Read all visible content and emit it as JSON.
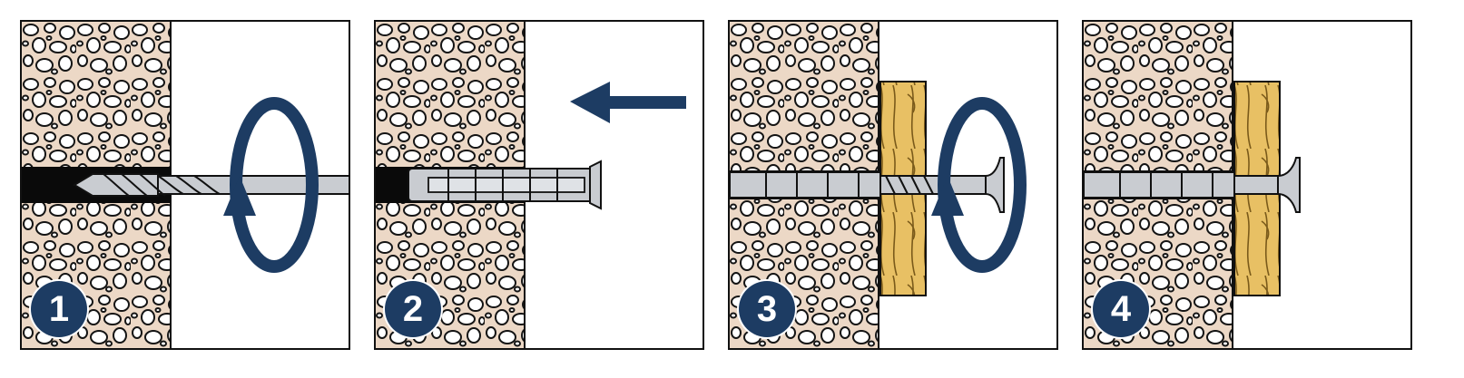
{
  "colors": {
    "wall_fill": "#ecd8c6",
    "pebble_stroke": "#141414",
    "hole": "#0a0a0a",
    "metal": "#c9ccd1",
    "wood": "#e8c064",
    "wood_grain": "#7a5a1a",
    "accent": "#1d3c63"
  },
  "steps": [
    {
      "number": "1",
      "action": "drill",
      "icons": [
        "drill-bit-icon",
        "rotation-arrow-icon"
      ]
    },
    {
      "number": "2",
      "action": "insert-plug",
      "icons": [
        "wall-plug-icon",
        "insert-arrow-icon"
      ]
    },
    {
      "number": "3",
      "action": "screw-in",
      "icons": [
        "wood-board-icon",
        "screw-icon",
        "rotation-arrow-icon"
      ]
    },
    {
      "number": "4",
      "action": "fixed",
      "icons": [
        "wood-board-icon",
        "screw-icon"
      ]
    }
  ]
}
